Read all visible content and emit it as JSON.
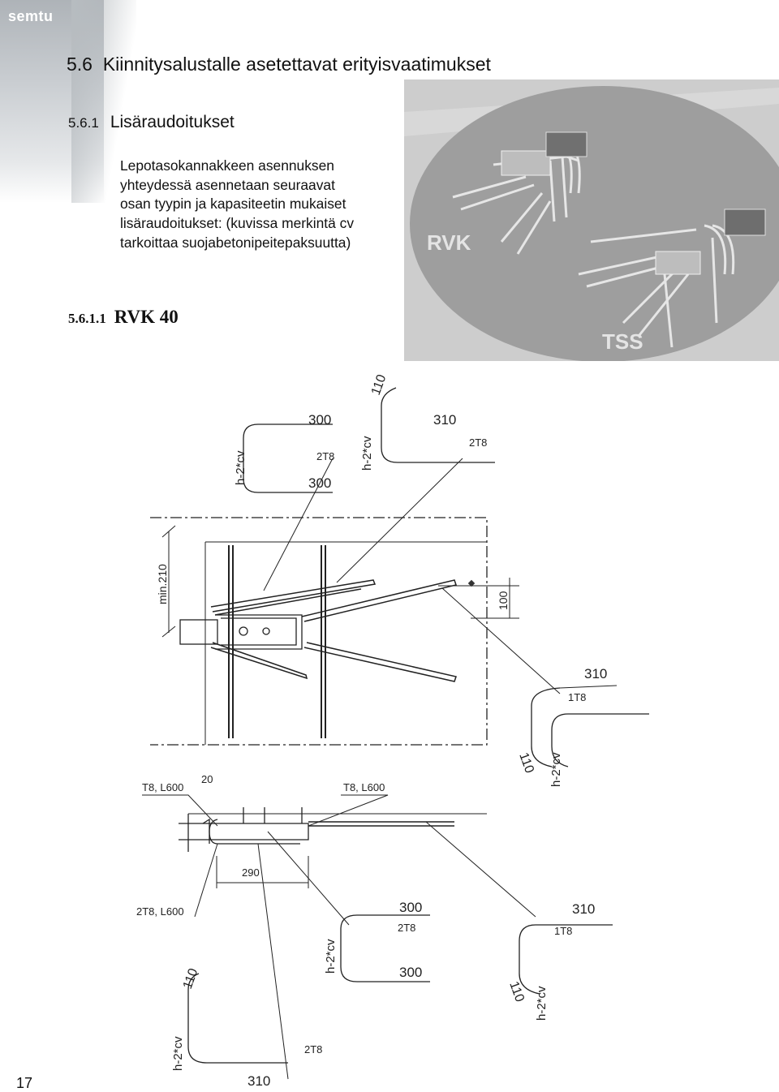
{
  "header": {
    "logo_text": "semtu",
    "section_number": "5.6",
    "section_title": "Kiinnitysalustalle asetettavat erityisvaatimukset",
    "subsection_number": "5.6.1",
    "subsection_title": "Lisäraudoitukset"
  },
  "intro_lines": [
    "Lepotasokannakkeen asennuksen",
    "yhteydessä asennetaan seuraavat",
    "osan tyypin ja kapasiteetin mukaiset",
    "lisäraudoitukset: (kuvissa merkintä cv",
    "tarkoittaa suojabetonipeitepaksuutta)"
  ],
  "subsubsection": {
    "number": "5.6.1.1",
    "title": "RVK 40"
  },
  "photo": {
    "label_rvk": "RVK",
    "label_tss": "TSS"
  },
  "drawing_labels": {
    "top_stirrup_300_top": "300",
    "top_stirrup_2t8": "2T8",
    "top_stirrup_300_bottom": "300",
    "top_stirrup_h": "h-2*cv",
    "top_hook_110": "110",
    "top_hook_310": "310",
    "top_hook_2t8": "2T8",
    "top_hook_h": "h-2*cv",
    "plan_min210": "min.210",
    "plan_100": "100",
    "right_hook_310": "310",
    "right_hook_1t8": "1T8",
    "right_hook_110": "110",
    "right_hook_h": "h-2*cv",
    "sec_t8_left": "T8, L600",
    "sec_20": "20",
    "sec_t8_right": "T8, L600",
    "sec_290": "290",
    "bot_2t8_l600": "2T8, L600",
    "bot_stirrup_300_top": "300",
    "bot_stirrup_2t8": "2T8",
    "bot_stirrup_300_bottom": "300",
    "bot_stirrup_h": "h-2*cv",
    "bot_right_310": "310",
    "bot_right_1t8": "1T8",
    "bot_right_110": "110",
    "bot_right_h": "h-2*cv",
    "bot_left_110": "110",
    "bot_left_h": "h-2*cv",
    "bot_left_2t8": "2T8",
    "bot_left_310": "310"
  },
  "footer": {
    "page_number": "17"
  },
  "colors": {
    "band_gray": "#b5babe",
    "photo_bg": "#c8c8c8",
    "ellipse": "#9a9a9a"
  }
}
